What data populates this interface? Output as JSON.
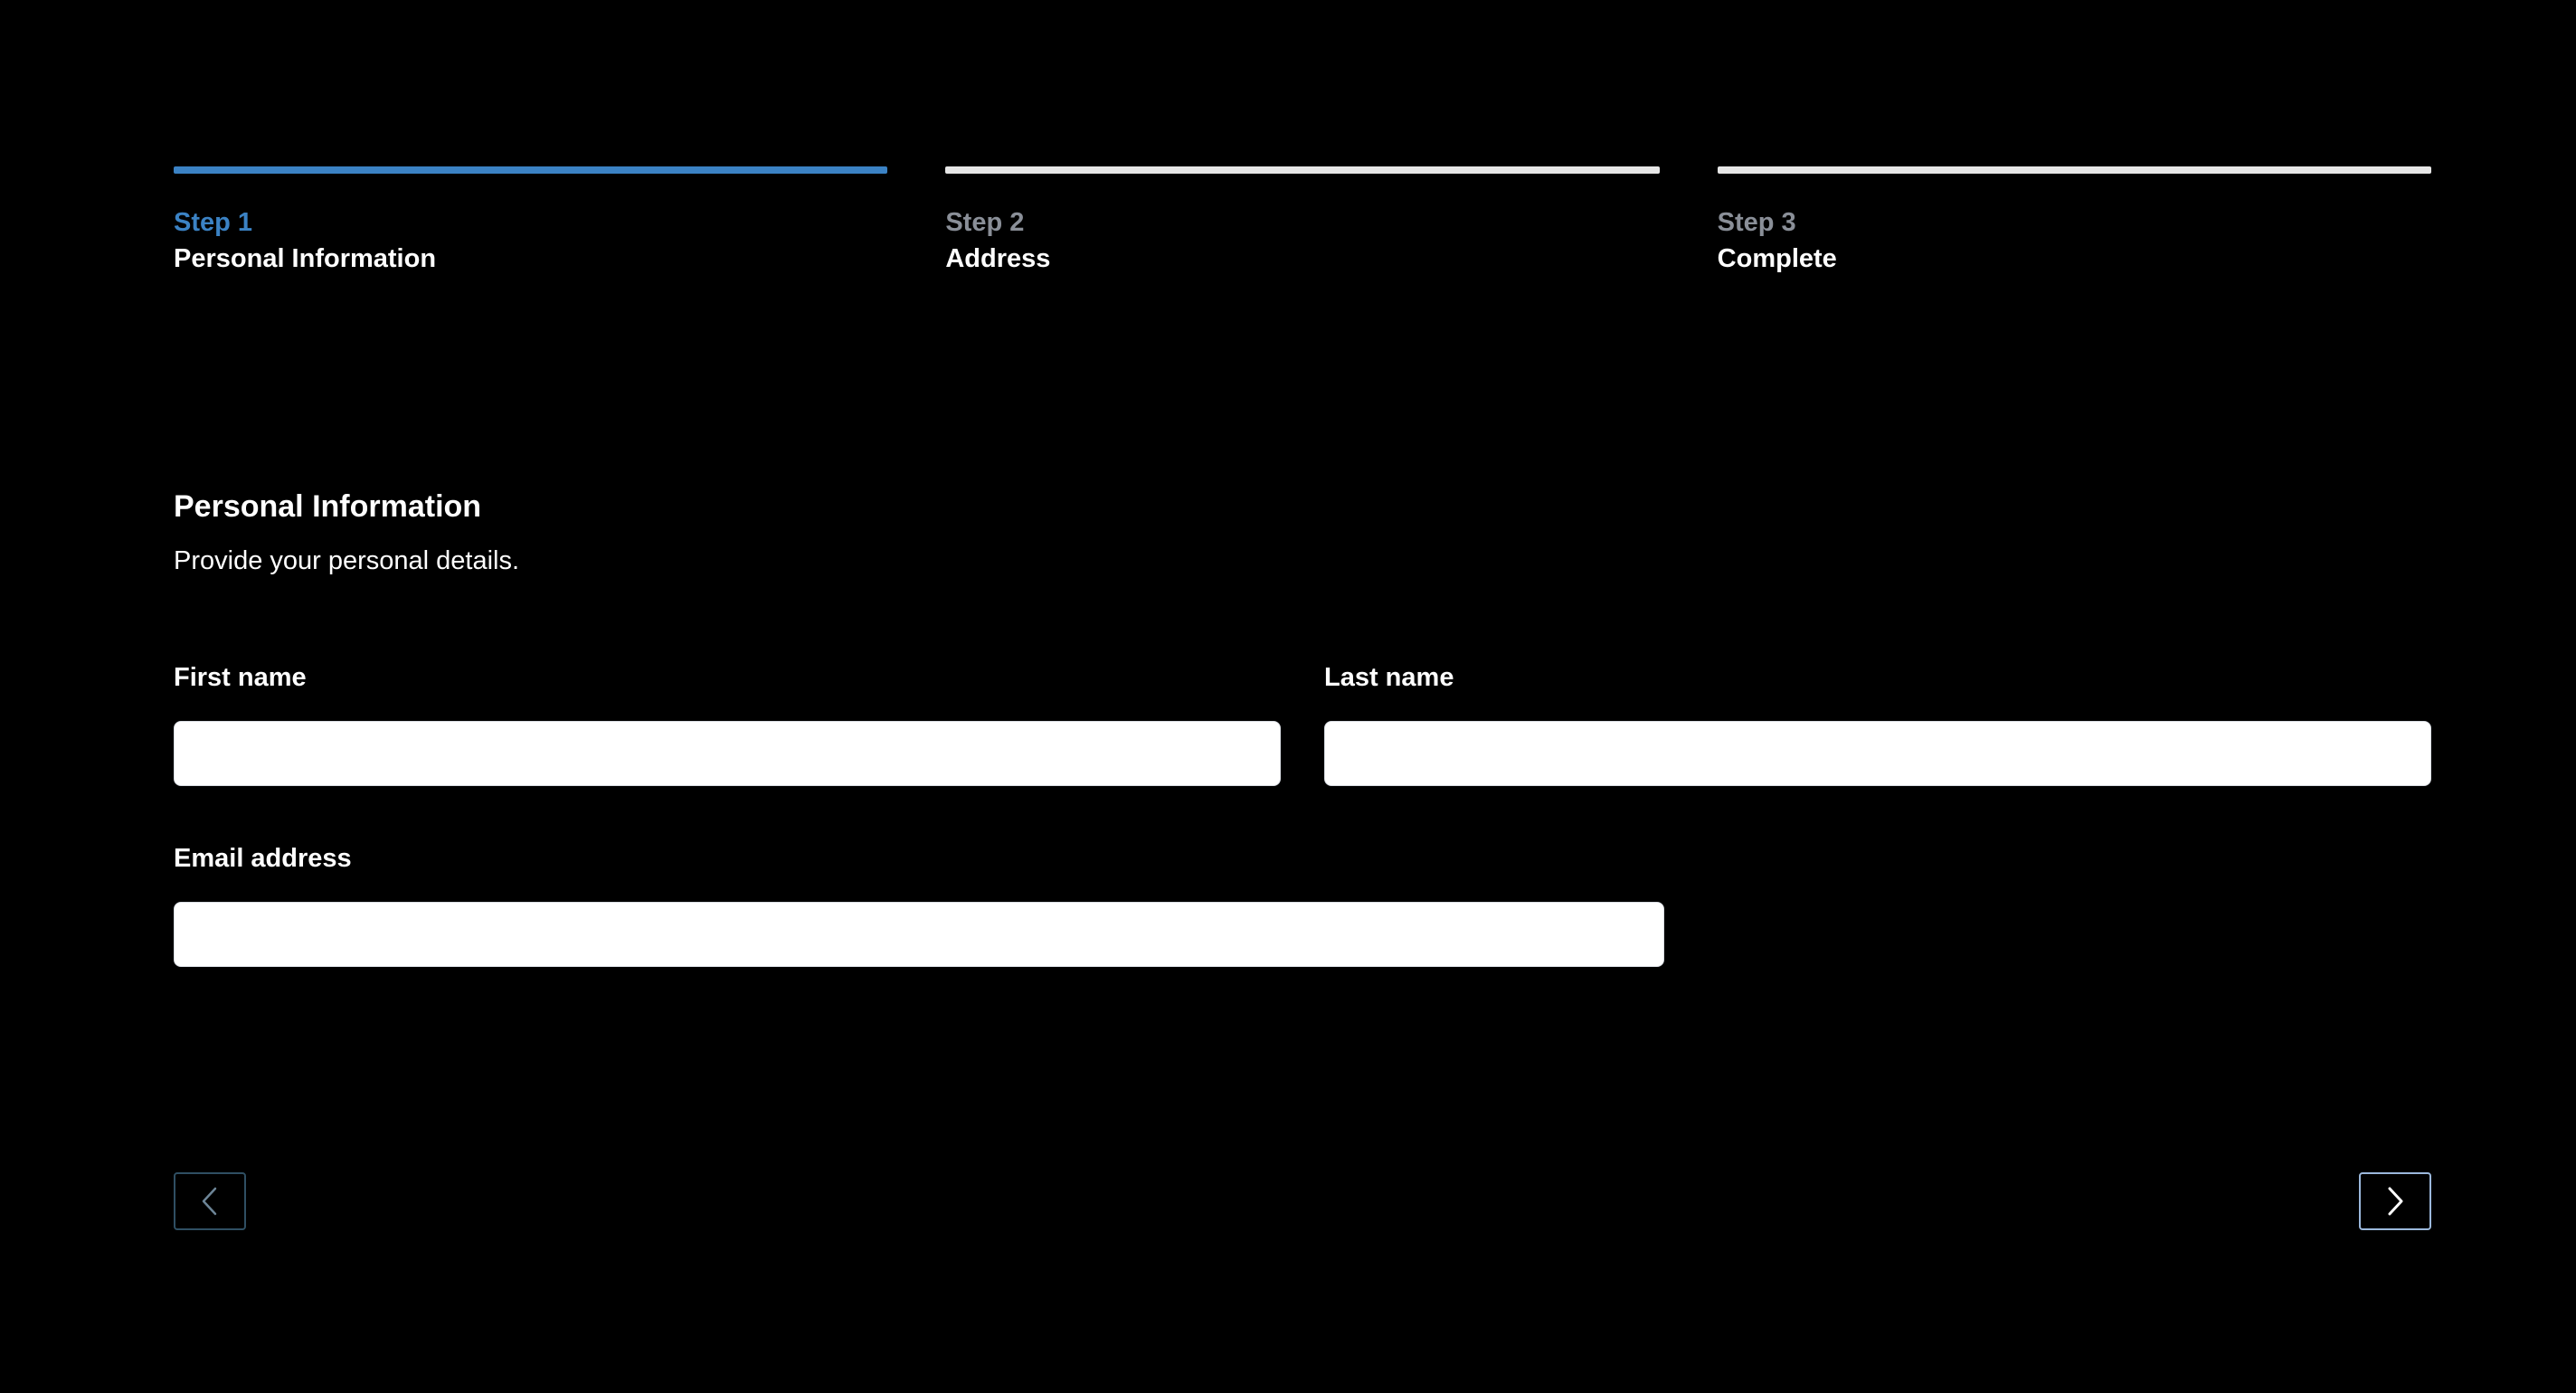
{
  "stepper": {
    "steps": [
      {
        "number": "Step 1",
        "title": "Personal Information",
        "active": true
      },
      {
        "number": "Step 2",
        "title": "Address",
        "active": false
      },
      {
        "number": "Step 3",
        "title": "Complete",
        "active": false
      }
    ]
  },
  "section": {
    "title": "Personal Information",
    "description": "Provide your personal details."
  },
  "form": {
    "first_name_label": "First name",
    "first_name_value": "",
    "last_name_label": "Last name",
    "last_name_value": "",
    "email_label": "Email address",
    "email_value": ""
  },
  "navigation": {
    "prev_icon": "chevron-left-icon",
    "next_icon": "chevron-right-icon"
  },
  "colors": {
    "background": "#000000",
    "accent": "#3b82c4",
    "inactive_bar": "#e6e6e6",
    "inactive_step_number": "#8a8f98"
  }
}
